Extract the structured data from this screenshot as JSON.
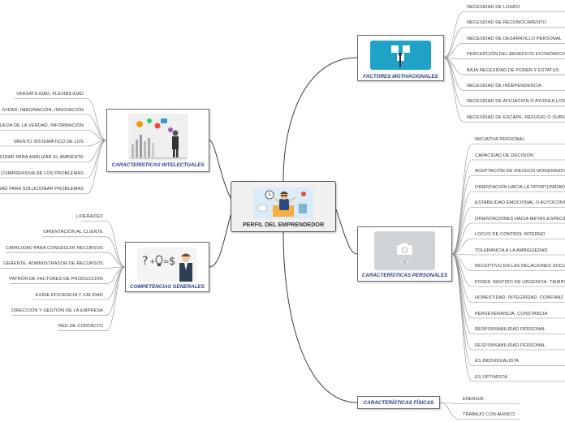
{
  "central": {
    "title": "PERFIL DEL EMPRENDEDOR",
    "image_icon": "cartoon-entrepreneur-icon"
  },
  "branches": {
    "motivacionales": {
      "title": "FACTORES MOTIVACIONALES",
      "image_icon": "puzzle-pieces-icon",
      "items": [
        "NECESIDAD DE LOGRO",
        "NECESIDAD DE RECONOCIMIENTO",
        "NECESIDAD DE DESARROLLO PERSONAL",
        "PERCEPCIÓN DEL BENEFICIO ECONÓMICO",
        "BAJA NECESIDAD DE PODER Y ESTATUS",
        "NECESIDAD DE INDEPENDENCIA",
        "NECESIDAD DE AFILIACIÓN O AYUDA A LOS",
        "NECESIDAD DE ESCAPE, REFUGIO O SUBSI"
      ]
    },
    "intelectuales": {
      "title": "CARACTERÍSTICAS INTELECTUALES",
      "image_icon": "businessman-graphs-icon",
      "items": [
        "VERSATILIDAD, FLEXIBILIDAD",
        "IVIDAD, IMAGINACIÓN, INNOVACIÓN",
        "UEDA DE LA VERDAD, INFORMACIÓN",
        "MIENTO SISTEMÁTICO DE LOS",
        "CIDAD PARA ANALIZAR EL AMBIENTE",
        "N COMPRENSIVA DE LOS PROBLEMAS",
        "DAD PARA SOLUCIONAR PROBLEMAS"
      ]
    },
    "personales": {
      "title": "CARACTERÍSTICAS PERSONALES",
      "image_icon": "camera-placeholder-icon",
      "items": [
        "INICIATIVA PERSONAL",
        "CAPACIDAD DE DECISIÓN",
        "ACEPTACIÓN DE RIESGOS MODERADOS",
        "ORIENTACIÓN HACIA LA OPORTUNIDAD",
        "ESTABILIDAD EMOCIONAL O AUTOCONT",
        "ORIENTACIONES HACIA METAS ESPECIF",
        "LOCUS DE CONTROL INTERNO",
        "TOLERANCIA A LA AMBIGÜEDAD",
        "RECEPTIVO EN LAS RELACIONES SOCIA",
        "POSEE SENTIDO DE URGENCIA. TIEMPO",
        "HONESTIDAD, INTEGRIDAD, CONFIANZ",
        "PERSEVERANCIA, CONSTANCIA",
        "RESPONSABILIDAD PERSONAL",
        "RESPONSABILIDAD PERSONAL",
        "ES INDIVIDUALISTA",
        "ES OPTIMISTA"
      ]
    },
    "generales": {
      "title": "COMPETENCIAS GENERALES",
      "image_icon": "businessman-idea-money-icon",
      "items": [
        "LIDERAZGO",
        "ORIENTACIÓN AL CLIENTE",
        "CAPACIDAD PARA CONSEGUIR RECURSOS",
        "GERENTE: ADMINISTRADOR DE RECURSOS",
        "PATRÓN DE FACTORES DE PRODUCCIÓN",
        "EXIGE EFICIENCIA Y CALIDAD",
        "DIRECCIÓN Y GESTIÓN DE LA EMPRESA",
        "RED DE CONTACTO"
      ]
    },
    "fisicas": {
      "title": "CARACTERÍSTICAS FÍSICAS",
      "items": [
        "ENERGÍA",
        "TRABAJO CON AHINCO"
      ]
    }
  },
  "colors": {
    "line": "#3d3d3d",
    "branch_title": "#2b3a8c",
    "leaf_underline": "#8a8a8a"
  }
}
